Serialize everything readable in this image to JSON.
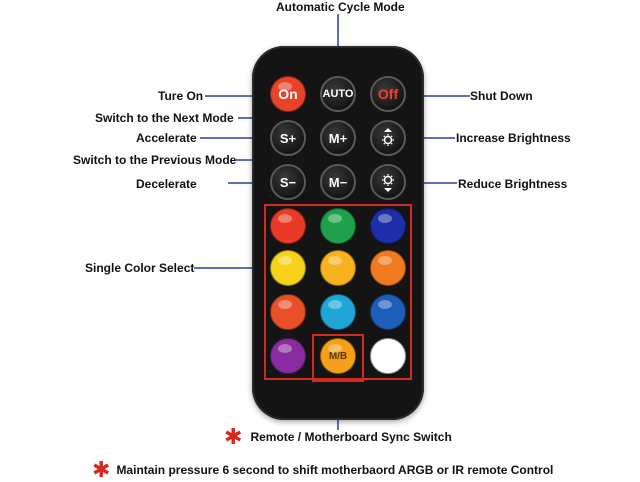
{
  "labels": {
    "auto_cycle": "Automatic Cycle Mode",
    "turn_on": "Ture On",
    "next_mode": "Switch to the Next Mode",
    "accelerate": "Accelerate",
    "prev_mode": "Switch to the Previous Mode",
    "decelerate": "Decelerate",
    "shut_down": "Shut Down",
    "increase_brightness": "Increase Brightness",
    "reduce_brightness": "Reduce Brightness",
    "single_color": "Single Color Select",
    "sync_switch": "Remote / Motherboard Sync Switch",
    "footer_note": "Maintain pressure 6 second to shift motherbaord ARGB or IR remote Control"
  },
  "buttons": {
    "on": "On",
    "auto": "AUTO",
    "off": "Off",
    "s_plus": "S+",
    "m_plus": "M+",
    "s_minus": "S−",
    "m_minus": "M−",
    "mb": "M/B"
  },
  "colors": {
    "accent_red": "#d42a1e",
    "line_blue": "#2b3fa0",
    "on_button": "#e8432a",
    "off_text": "#ff3b2b",
    "color_buttons": [
      "#e83a26",
      "#1fa04a",
      "#1d2ea8",
      "#f7d21a",
      "#f7b21d",
      "#f07a1e",
      "#e8502a",
      "#1fa6d6",
      "#1d5fb8",
      "#8a2aa0",
      "#f5a018",
      "#ffffff"
    ]
  },
  "icons": {
    "brightness_up": "sun-up-icon",
    "brightness_down": "sun-down-icon",
    "asterisk": "asterisk-icon"
  }
}
